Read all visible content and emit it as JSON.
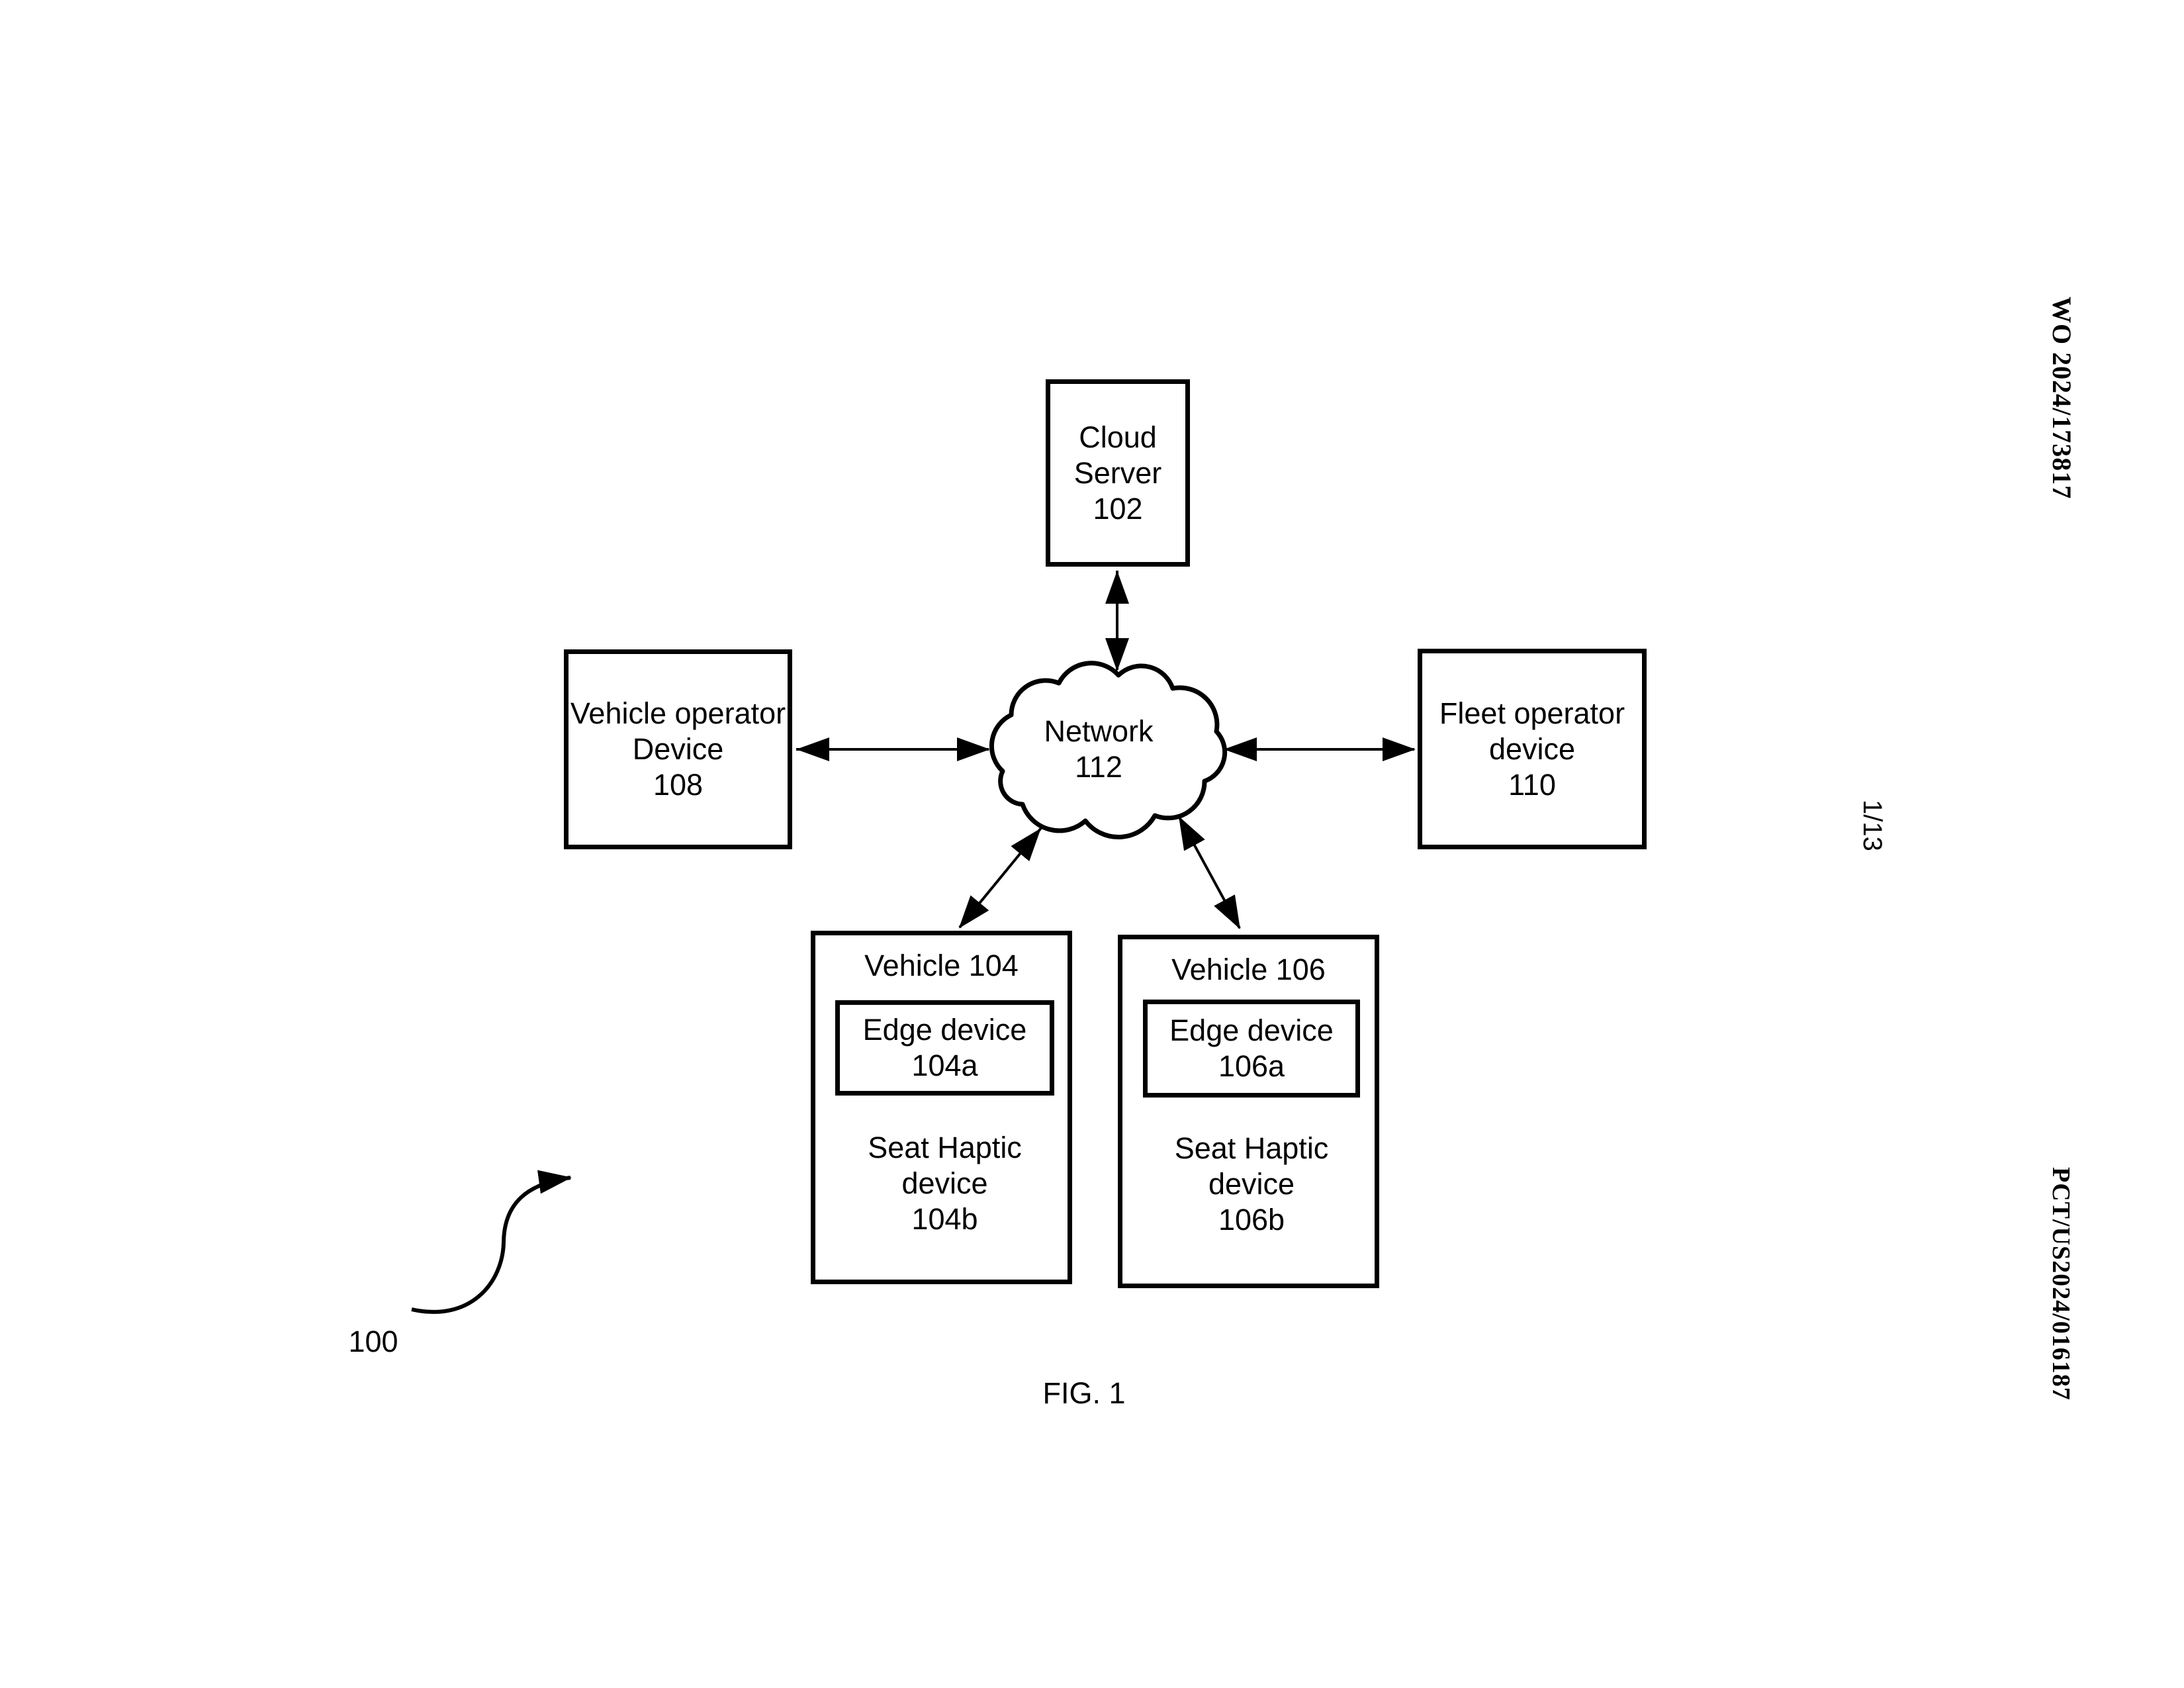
{
  "doc": {
    "publication_number": "WO 2024/173817",
    "application_number": "PCT/US2024/016187",
    "sheet_label": "1/13",
    "figure_caption": "FIG. 1",
    "system_ref": "100"
  },
  "nodes": {
    "cloud_server": {
      "label": "Cloud\nServer",
      "ref": "102"
    },
    "network": {
      "label": "Network",
      "ref": "112"
    },
    "vehicle_operator_device": {
      "label": "Vehicle operator\nDevice",
      "ref": "108"
    },
    "fleet_operator_device": {
      "label": "Fleet operator\ndevice",
      "ref": "110"
    },
    "vehicle_104": {
      "label": "Vehicle 104"
    },
    "edge_device_104a": {
      "label": "Edge device",
      "ref": "104a"
    },
    "seat_haptic_104b": {
      "label": "Seat Haptic\ndevice",
      "ref": "104b"
    },
    "vehicle_106": {
      "label": "Vehicle 106"
    },
    "edge_device_106a": {
      "label": "Edge device",
      "ref": "106a"
    },
    "seat_haptic_106b": {
      "label": "Seat Haptic\ndevice",
      "ref": "106b"
    }
  }
}
